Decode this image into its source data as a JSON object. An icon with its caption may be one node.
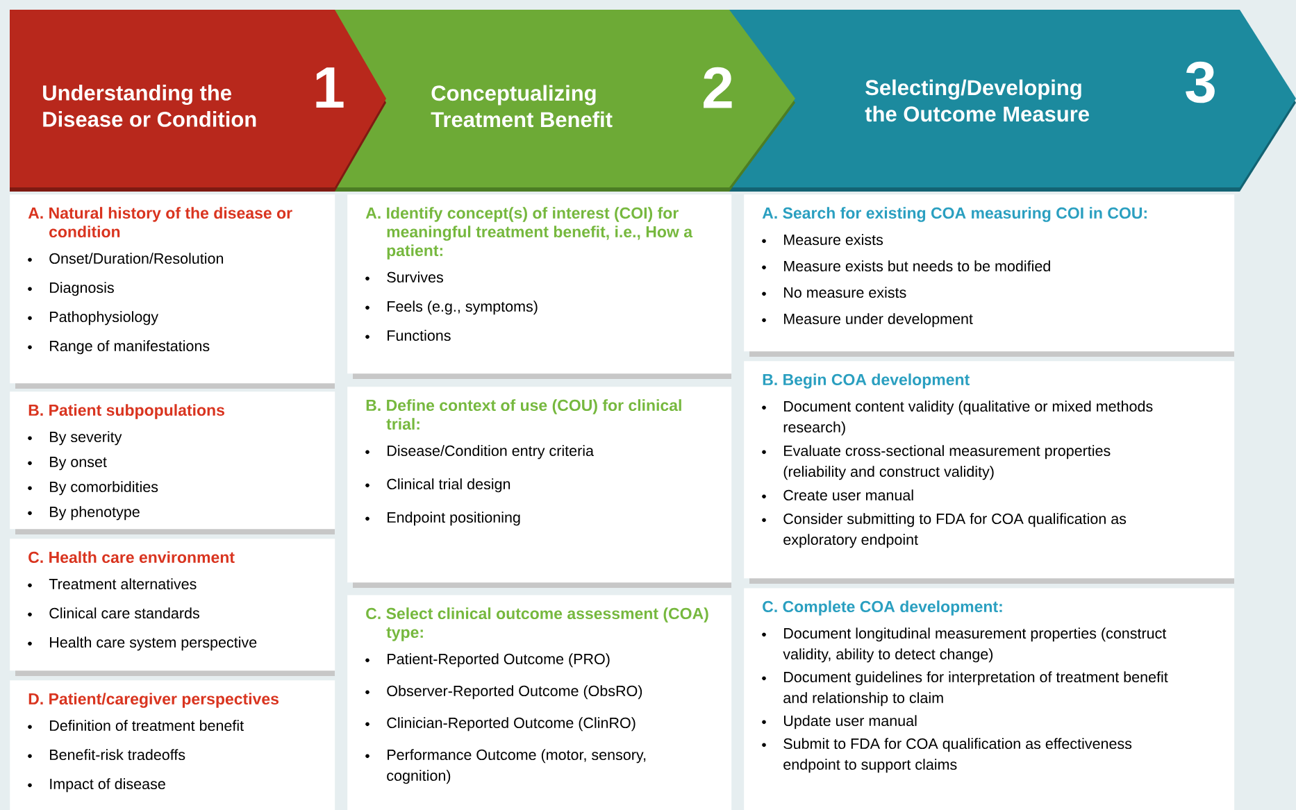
{
  "diagram": {
    "nodes": [
      {
        "text": [
          "Understanding the Disease or Condition",
          "1"
        ]
      },
      {
        "text": [
          "Conceptualizing Treatment Benefit",
          "2"
        ]
      },
      {
        "text": [
          "Selecting/Developing the Outcome Measure",
          "3"
        ]
      },
      {
        "text": [
          "A. Natural history of the disease or condition",
          "Onset/Duration/Resolution",
          "Diagnosis",
          "Pathophysiology",
          "Range of manifestations"
        ]
      },
      {
        "text": [
          "B. Patient subpopulations",
          "By severity",
          "By onset",
          "By comorbidities",
          "By phenotype"
        ]
      },
      {
        "text": [
          "C. Health care environment",
          "Treatment alternatives",
          "Clinical care standards",
          "Health care system perspective"
        ]
      },
      {
        "text": [
          "D. Patient/caregiver perspectives",
          "Definition of treatment benefit",
          "Benefit-risk tradeoffs",
          "Impact of disease"
        ]
      },
      {
        "text": [
          "A. Identify concept(s) of interest (COI) for meaningful treatment benefit, i.e., How a patient:",
          "Survives",
          "Feels (e.g., symptoms)",
          "Functions"
        ]
      },
      {
        "text": [
          "B. Define context of use (COU) for clinical trial:",
          "Disease/Condition entry criteria",
          "Clinical trial design",
          "Endpoint positioning"
        ]
      },
      {
        "text": [
          "C. Select clinical outcome assessment (COA) type:",
          "Patient-Reported Outcome (PRO)",
          "Observer-Reported Outcome (ObsRO)",
          "Clinician-Reported Outcome (ClinRO)",
          "Performance Outcome (motor, sensory, cognition)"
        ]
      },
      {
        "text": [
          "A. Search for existing COA measuring COI in COU:",
          "Measure exists",
          "Measure exists but needs to be modified",
          "No measure exists",
          "Measure under development"
        ]
      },
      {
        "text": [
          "B. Begin COA development",
          "Document content validity (qualitative or mixed methods research)",
          "Evaluate cross-sectional measurement properties (reliability and construct validity)",
          "Create user manual",
          "Consider submitting to FDA for COA qualification as exploratory endpoint"
        ]
      },
      {
        "text": [
          "C. Complete COA development:",
          "Document longitudinal measurement properties (construct validity, ability to detect change)",
          "Document guidelines for interpretation of treatment benefit and relationship to claim",
          "Update user manual",
          "Submit to FDA for COA qualification as effectiveness endpoint to support claims"
        ]
      }
    ]
  }
}
